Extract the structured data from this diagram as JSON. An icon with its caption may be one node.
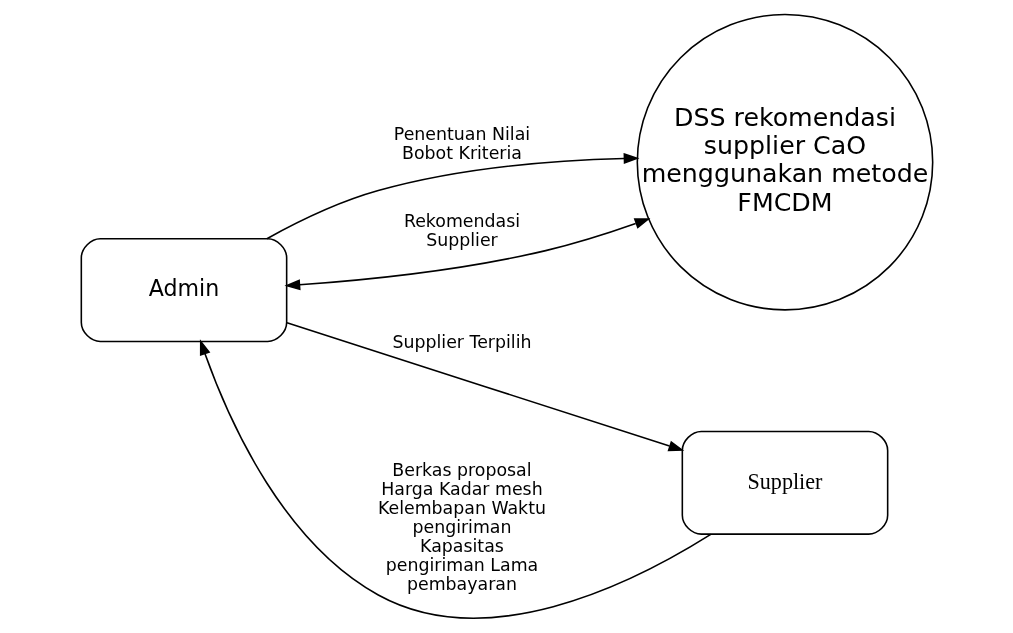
{
  "diagram": {
    "nodes": [
      {
        "text": [
          "Admin"
        ]
      },
      {
        "text": [
          "DSS rekomendasi supplier CaO menggunakan metode FMCDM"
        ]
      },
      {
        "text": [
          "Supplier"
        ]
      }
    ],
    "edges": [
      {
        "from": 0,
        "to": 1,
        "arrow": "to",
        "label": "Penentuan Nilai Bobot Kriteria"
      },
      {
        "from": 1,
        "to": 0,
        "arrow": "both",
        "label": "Rekomendasi Supplier"
      },
      {
        "from": 2,
        "to": 0,
        "arrow": "to",
        "label": "Berkas proposal Harga Kadar mesh Kelembapan Waktu pengiriman Kapasitas pengiriman Lama pembayaran"
      },
      {
        "from": 0,
        "to": 2,
        "arrow": "to",
        "label": "Supplier Terpilih"
      }
    ]
  }
}
